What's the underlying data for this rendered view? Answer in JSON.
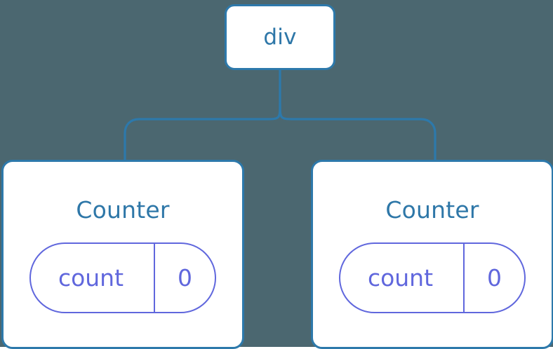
{
  "diagram": {
    "type": "component-tree",
    "background_color": "#4b6770",
    "node_border_color": "#2d79ab",
    "node_title_color": "#2e77a8",
    "state_color": "#6067dd",
    "connector_color": "#2d79ab",
    "root": {
      "label": "div"
    },
    "children": [
      {
        "label": "Counter",
        "state": {
          "key": "count",
          "value": "0"
        }
      },
      {
        "label": "Counter",
        "state": {
          "key": "count",
          "value": "0"
        }
      }
    ]
  }
}
